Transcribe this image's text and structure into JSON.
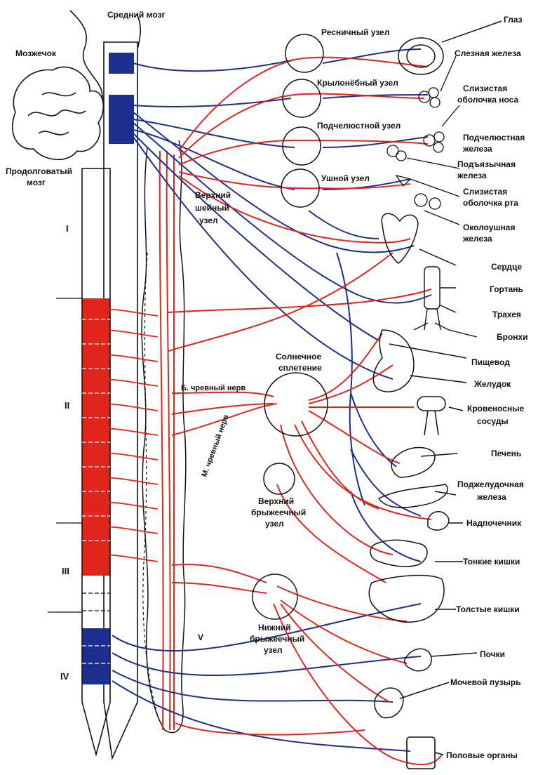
{
  "colors": {
    "sympathetic": "#e0261c",
    "parasympathetic": "#1d2f8c",
    "outline": "#111111",
    "background": "#ffffff"
  },
  "brain_labels": {
    "midbrain": "Средний мозг",
    "cerebellum": "Мозжечок",
    "medulla_1": "Продолговатый",
    "medulla_2": "мозг"
  },
  "spinal_sections": {
    "s1": "I",
    "s2": "II",
    "s3": "III",
    "s4": "IV"
  },
  "chain_labels": {
    "sup_cervical_1": "Верхний",
    "sup_cervical_2": "шейный",
    "sup_cervical_3": "узел",
    "greater_splanchnic": "Б. чревный нерв",
    "lesser_splanchnic": "М. чревный нерв",
    "v_label": "V"
  },
  "ganglia": {
    "ciliary": "Ресничный узел",
    "pterygopalatine": "Крылонёбный узел",
    "submandibular": "Подчелюстной узел",
    "otic": "Ушной узел",
    "solar_1": "Солнечное",
    "solar_2": "сплетение",
    "sup_mesenteric_1": "Верхний",
    "sup_mesenteric_2": "брыжеечный",
    "sup_mesenteric_3": "узел",
    "inf_mesenteric_1": "Нижний",
    "inf_mesenteric_2": "брыжеечный",
    "inf_mesenteric_3": "узел"
  },
  "organs": {
    "eye": "Глаз",
    "lacrimal": "Слезная железа",
    "nasal_1": "Слизистая",
    "nasal_2": "оболочка носа",
    "submand_gland_1": "Подчелюстная",
    "submand_gland_2": "железа",
    "sublingual_1": "Подъязычная",
    "sublingual_2": "железа",
    "oral_1": "Слизистая",
    "oral_2": "оболочка рта",
    "parotid_1": "Околоушная",
    "parotid_2": "железа",
    "heart": "Сердце",
    "larynx": "Гортань",
    "trachea": "Трахея",
    "bronchi": "Бронхи",
    "esophagus": "Пищевод",
    "stomach": "Желудок",
    "vessels_1": "Кровеносные",
    "vessels_2": "сосуды",
    "liver": "Печень",
    "pancreas_1": "Поджелудочная",
    "pancreas_2": "железа",
    "adrenal": "Надпочечник",
    "small_intestine": "Тонкие кишки",
    "large_intestine": "Толстые кишки",
    "kidneys": "Почки",
    "bladder": "Мочевой пузырь",
    "genitals": "Половые органы"
  }
}
